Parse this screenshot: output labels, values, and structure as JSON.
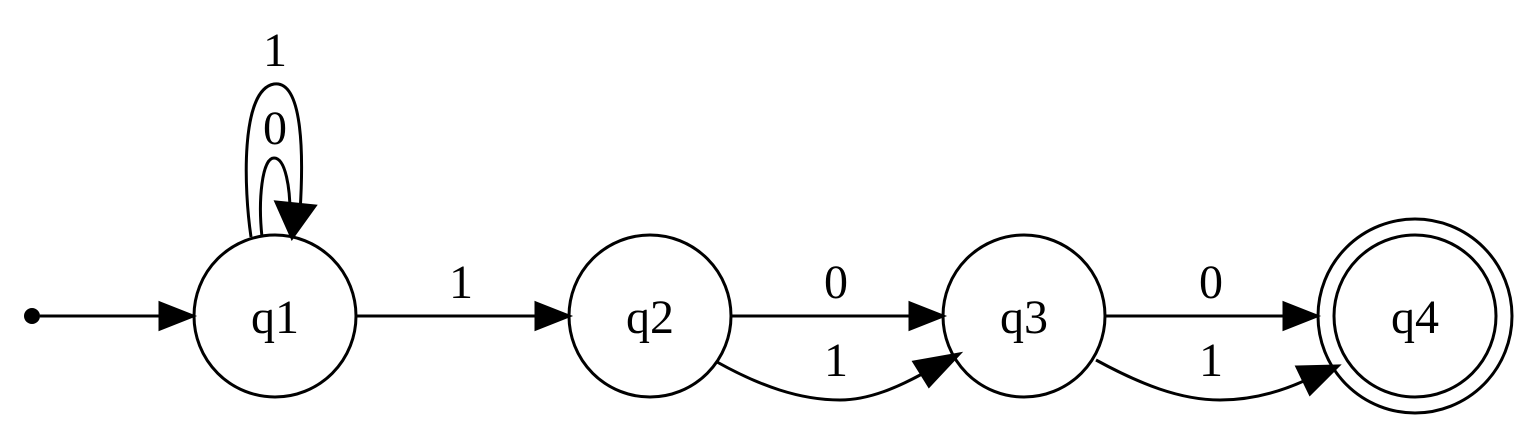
{
  "automaton": {
    "states": [
      {
        "id": "q1",
        "label": "q1",
        "accepting": false,
        "initial": true
      },
      {
        "id": "q2",
        "label": "q2",
        "accepting": false,
        "initial": false
      },
      {
        "id": "q3",
        "label": "q3",
        "accepting": false,
        "initial": false
      },
      {
        "id": "q4",
        "label": "q4",
        "accepting": true,
        "initial": false
      }
    ],
    "transitions": [
      {
        "from": "q1",
        "to": "q1",
        "label": "1"
      },
      {
        "from": "q1",
        "to": "q1",
        "label": "0"
      },
      {
        "from": "q1",
        "to": "q2",
        "label": "1"
      },
      {
        "from": "q2",
        "to": "q3",
        "label": "0"
      },
      {
        "from": "q2",
        "to": "q3",
        "label": "1"
      },
      {
        "from": "q3",
        "to": "q4",
        "label": "0"
      },
      {
        "from": "q3",
        "to": "q4",
        "label": "1"
      }
    ]
  }
}
